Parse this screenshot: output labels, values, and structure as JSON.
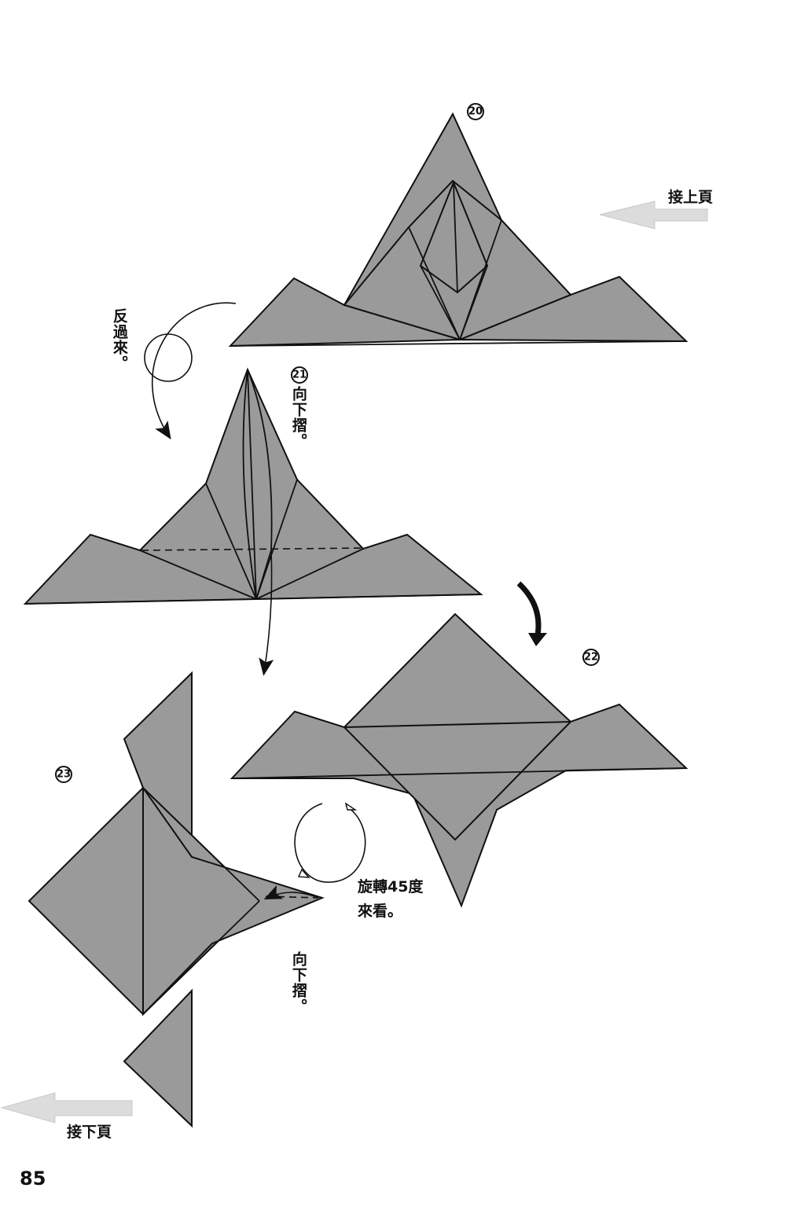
{
  "page_number": "85",
  "steps": [
    {
      "id": "step-20",
      "badge": "20"
    },
    {
      "id": "step-21",
      "badge": "21",
      "instruction": "向下摺。"
    },
    {
      "id": "step-22",
      "badge": "22"
    },
    {
      "id": "step-23",
      "badge": "23",
      "instruction": "向下摺。"
    }
  ],
  "labels": {
    "continue_from_prev": "接上頁",
    "continue_to_next": "接下頁",
    "flip_over": "反過來。",
    "rotate_line1": "旋轉45度",
    "rotate_line2": "來看。"
  },
  "colors": {
    "paper": "#9a9a9a",
    "ink": "#111111",
    "nav_arrow": "#dcdcdc"
  }
}
